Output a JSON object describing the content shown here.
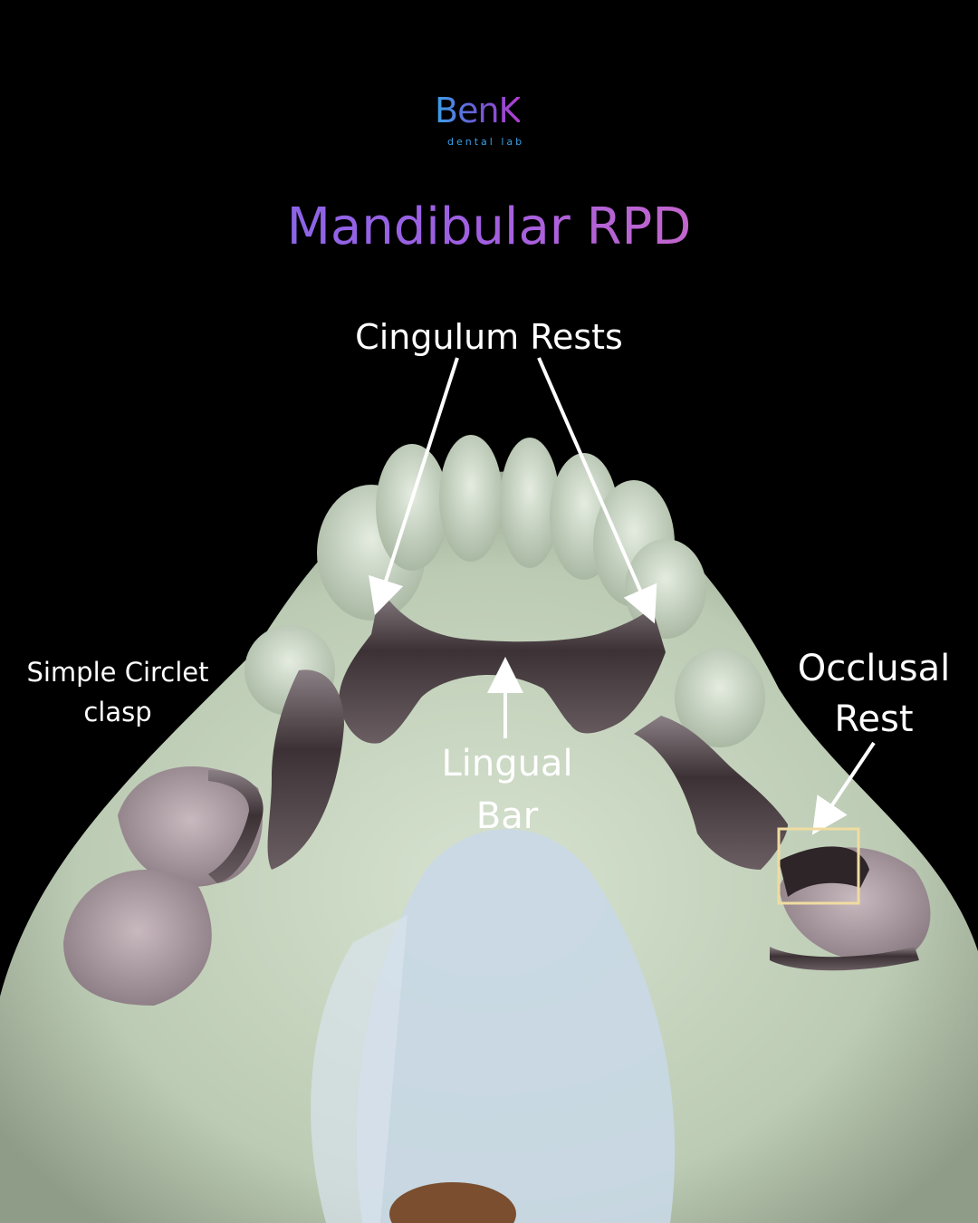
{
  "logo": {
    "brand": "BenK",
    "tagline": "dental lab"
  },
  "title": "Mandibular RPD",
  "labels": {
    "cingulum_rests": "Cingulum Rests",
    "simple_circlet_clasp_line1": "Simple Circlet",
    "simple_circlet_clasp_line2": "clasp",
    "lingual_bar_line1": "Lingual",
    "lingual_bar_line2": "Bar",
    "occlusal_rest_line1": "Occlusal",
    "occlusal_rest_line2": "Rest"
  },
  "colors": {
    "background": "#000000",
    "title_gradient_start": "#6b6cf0",
    "title_gradient_end": "#f06fb0",
    "stone_model": "#c9d7c0",
    "metal_framework": "#4a4044",
    "highlight_box": "#f0dca0"
  }
}
